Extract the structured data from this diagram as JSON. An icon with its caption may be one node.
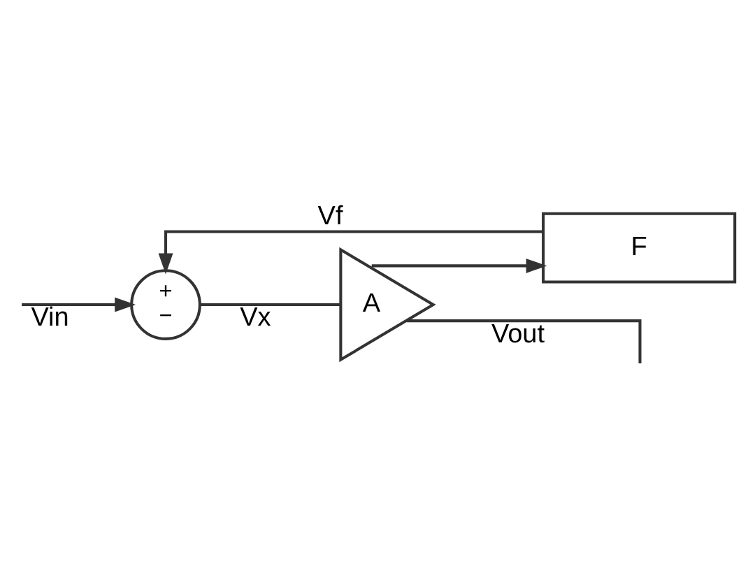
{
  "diagram": {
    "nodes": [
      {
        "text": [
          "+",
          "−"
        ]
      },
      {
        "text": [
          "A"
        ]
      },
      {
        "text": [
          "F"
        ]
      }
    ],
    "edges": [
      {
        "from": null,
        "to": 0,
        "arrow": "to",
        "label": "Vin"
      },
      {
        "from": 0,
        "to": 1,
        "arrow": "none",
        "label": "Vx"
      },
      {
        "from": 1,
        "to": null,
        "arrow": "none",
        "label": "Vout"
      },
      {
        "from": 1,
        "to": 2,
        "arrow": "to"
      },
      {
        "from": 2,
        "to": 0,
        "arrow": "to",
        "label": "Vf"
      }
    ]
  }
}
